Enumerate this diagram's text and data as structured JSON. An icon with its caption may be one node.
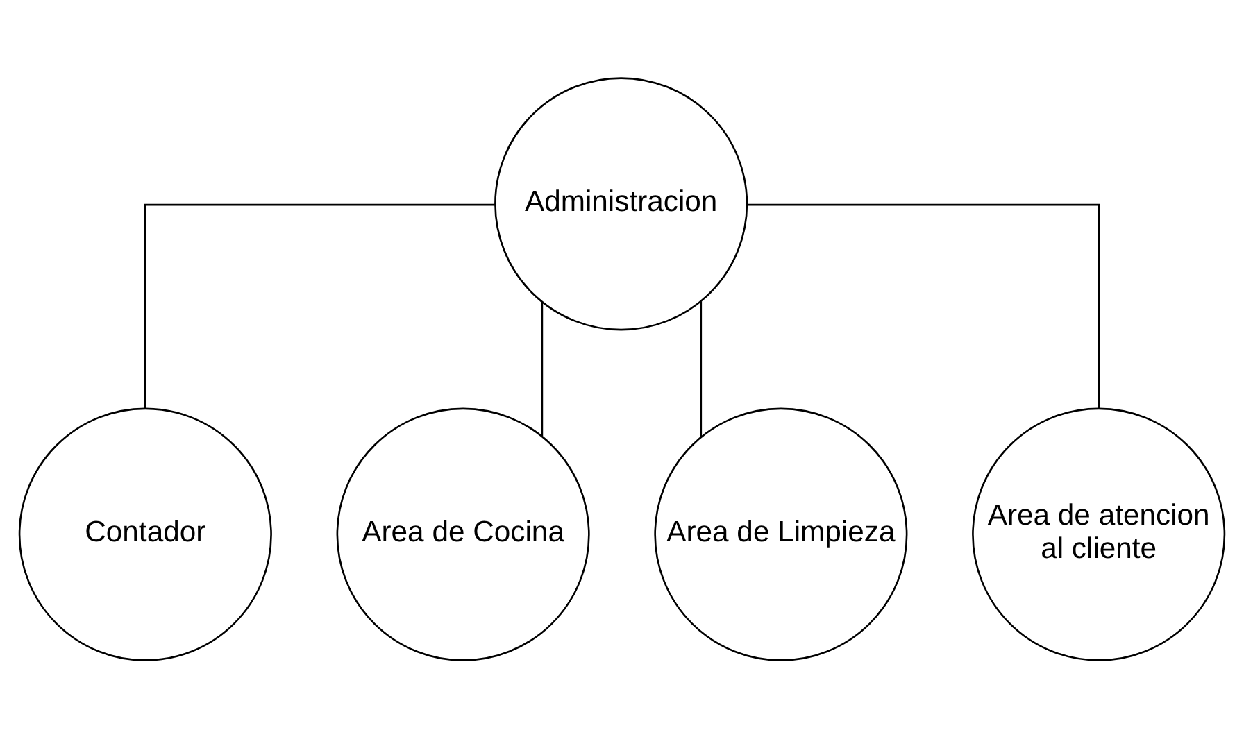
{
  "diagram": {
    "nodes": [
      {
        "text": [
          "Administracion"
        ]
      },
      {
        "text": [
          "Contador"
        ]
      },
      {
        "text": [
          "Area de Cocina"
        ]
      },
      {
        "text": [
          "Area de Limpieza"
        ]
      },
      {
        "text": [
          "Area de atencion al cliente"
        ]
      }
    ],
    "edges": [
      {
        "from": 0,
        "to": 1,
        "arrow": "none"
      },
      {
        "from": 0,
        "to": 2,
        "arrow": "none"
      },
      {
        "from": 0,
        "to": 3,
        "arrow": "none"
      },
      {
        "from": 0,
        "to": 4,
        "arrow": "none"
      }
    ]
  }
}
